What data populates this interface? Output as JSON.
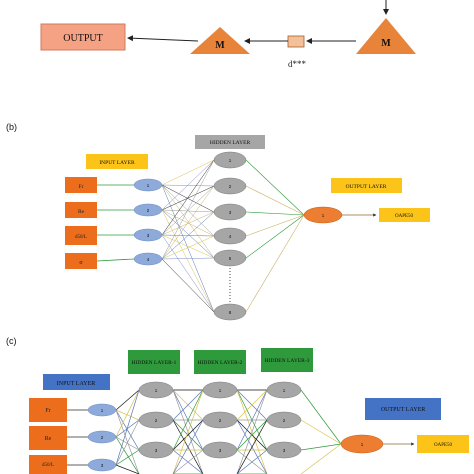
{
  "top": {
    "output_label": "OUTPUT",
    "m_left": "M",
    "m_right": "M",
    "delay_label": "d***"
  },
  "panel_b": {
    "tag": "(b)",
    "input_layer": "INPUT LAYER",
    "hidden_layer": "HIDDEN LAYER",
    "output_layer": "OUTPUT LAYER",
    "inputs": [
      "Fr",
      "Re",
      "d50/L",
      "σ"
    ],
    "input_nodes": [
      "1",
      "2",
      "3",
      "4"
    ],
    "hidden_nodes": [
      "1",
      "2",
      "3",
      "4",
      "5",
      "8"
    ],
    "output_node": "1",
    "output_target": "OAPE50"
  },
  "panel_c": {
    "tag": "(c)",
    "input_layer": "INPUT LAYER",
    "hidden_1": "HIDDEN LAYER-1",
    "hidden_2": "HIDDEN LAYER-2",
    "hidden_3": "HIDDEN LAYER-3",
    "output_layer": "OUTPUT LAYER",
    "inputs": [
      "Fr",
      "Re",
      "d50/L"
    ],
    "input_nodes": [
      "1",
      "2",
      "3"
    ],
    "hidden_nodes": [
      "1",
      "2",
      "3"
    ],
    "output_node": "1",
    "output_target": "OAPE50"
  },
  "colors": {
    "orange_box": "#ec6d1c",
    "salmon_box": "#f4a184",
    "triangle": "#e8843a",
    "yellow": "#fcc418",
    "grey_box": "#a6a6a6",
    "green_box": "#2e9a3c",
    "blue_box": "#4472c4",
    "input_node": "#8eaadb",
    "hidden_node": "#a6a6a6",
    "output_node": "#ed7d31"
  }
}
